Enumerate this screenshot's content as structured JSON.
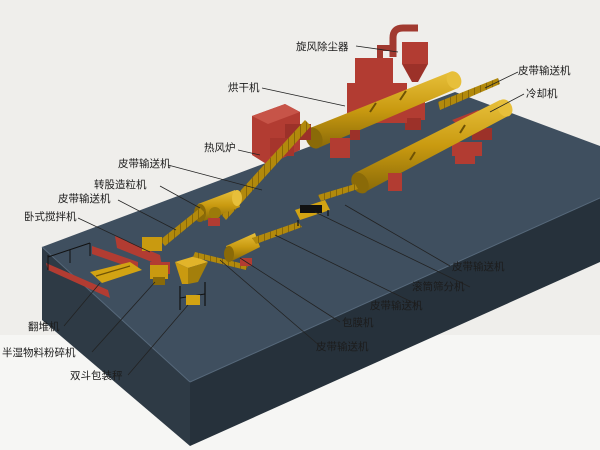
{
  "labels": {
    "cyclone": "旋风除尘器",
    "dryer": "烘干机",
    "belt_conveyor_top_right": "皮带输送机",
    "cooler": "冷却机",
    "hot_air_furnace": "热风炉",
    "belt_conveyor_upper_left": "皮带输送机",
    "drum_granulator": "转股造粒机",
    "belt_conveyor_left": "皮带输送机",
    "horizontal_mixer": "卧式搅拌机",
    "belt_conveyor_right": "皮带输送机",
    "drum_screener": "滚筒筛分机",
    "belt_conveyor_center": "皮带输送机",
    "coating_machine": "包膜机",
    "belt_conveyor_bottom": "皮带输送机",
    "compost_turner": "翻堆机",
    "semi_wet_crusher": "半湿物料粉碎机",
    "double_bucket_scale": "双斗包装秤"
  },
  "colors": {
    "platform_top": "#3d4d5d",
    "platform_side": "#2c3944",
    "machine_body": "#d2a313",
    "machine_shadow": "#8a6a08",
    "support_red": "#b23c32",
    "conveyor": "#b2890c"
  }
}
